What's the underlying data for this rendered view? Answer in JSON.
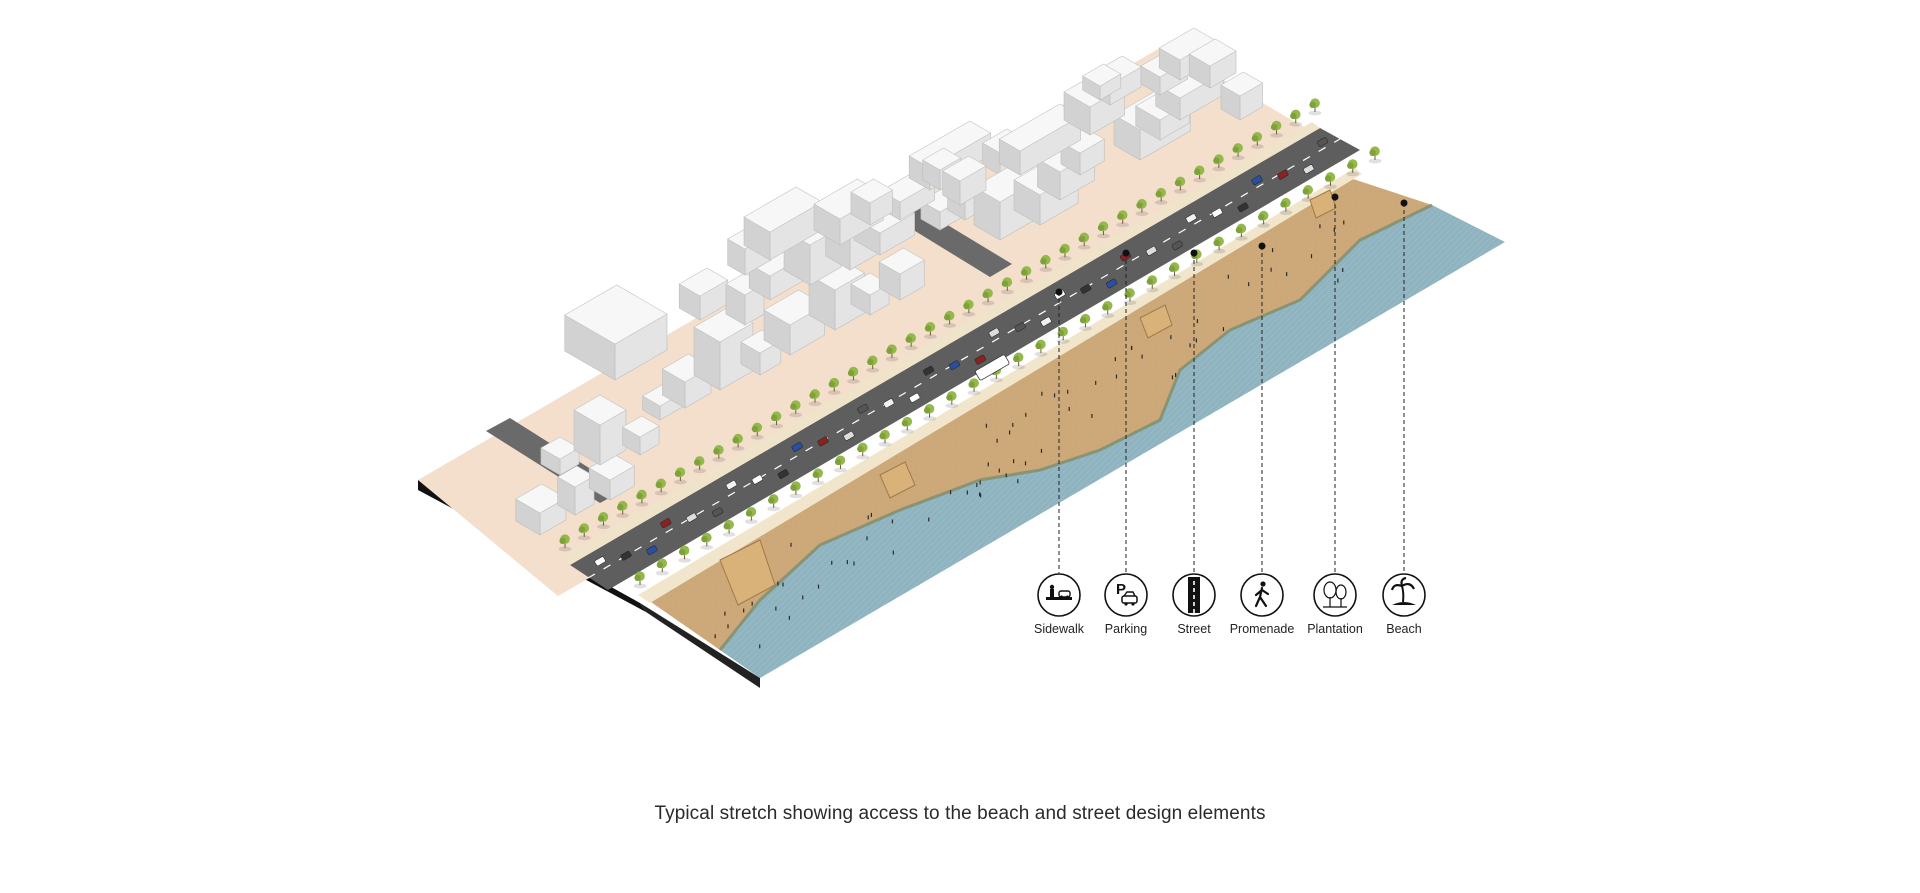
{
  "caption": "Typical stretch showing access to the beach and street design elements",
  "legend": [
    {
      "label": "Sidewalk",
      "icon": "sidewalk-icon"
    },
    {
      "label": "Parking",
      "icon": "parking-icon"
    },
    {
      "label": "Street",
      "icon": "street-icon"
    },
    {
      "label": "Promenade",
      "icon": "promenade-icon"
    },
    {
      "label": "Plantation",
      "icon": "plantation-icon"
    },
    {
      "label": "Beach",
      "icon": "beach-icon"
    }
  ],
  "colors": {
    "plot": "#f3dfcc",
    "building": "#f4f4f4",
    "building_shade": "#d9d9d9",
    "road": "#5f5f5f",
    "sand": "#c8a677",
    "sand_edge": "#8a7a55",
    "water": "#8fb1bd",
    "tree": "#8db344",
    "slab_edge": "#111111"
  }
}
